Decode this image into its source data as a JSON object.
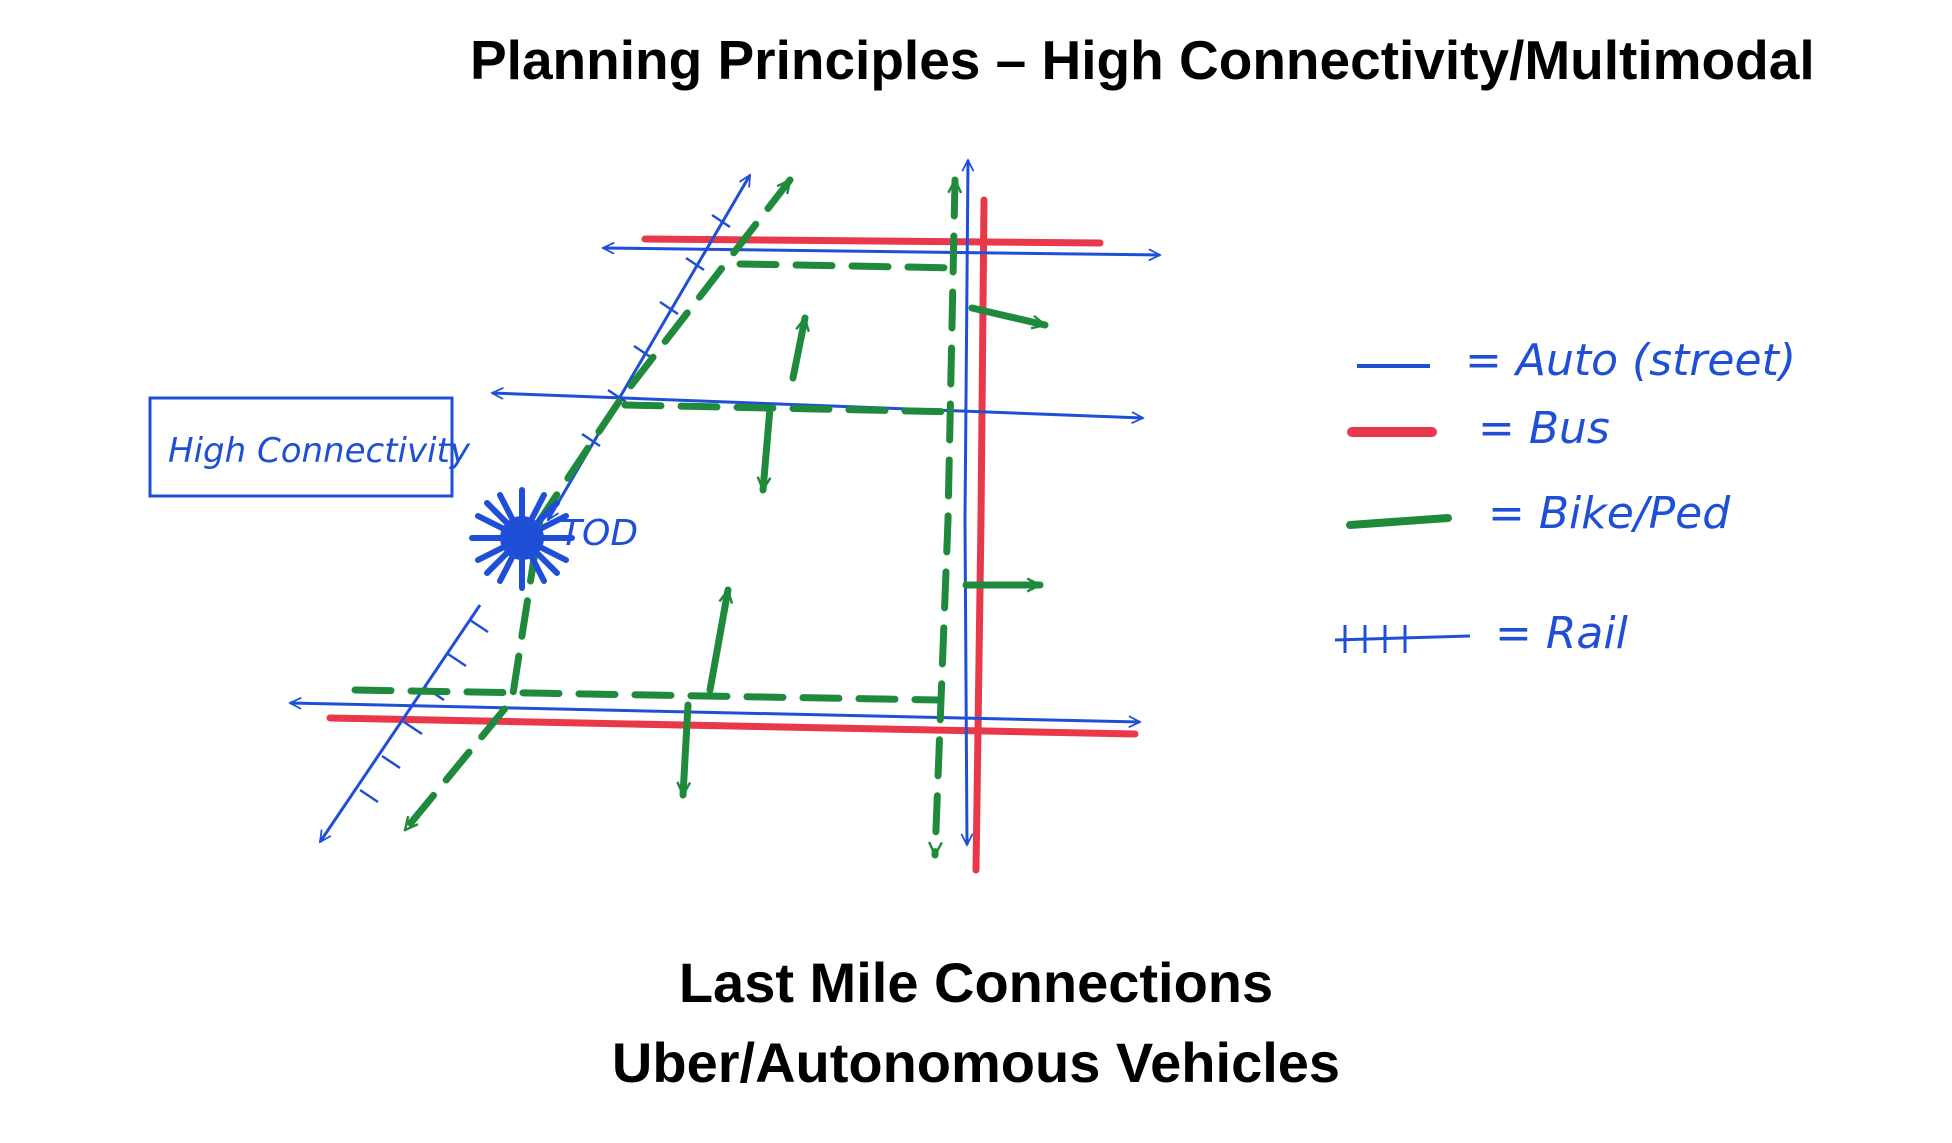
{
  "slide": {
    "title": "Planning Principles – High Connectivity/Multimodal",
    "footer_line1": "Last Mile Connections",
    "footer_line2": "Uber/Autonomous Vehicles"
  },
  "sketch": {
    "box_label": "High Connectivity",
    "node_label": "TOD",
    "colors": {
      "auto": "#1f4fd6",
      "bus": "#e8384a",
      "bike_ped": "#1f8a3c"
    }
  },
  "legend": [
    {
      "key": "auto",
      "text": "= Auto (street)"
    },
    {
      "key": "bus",
      "text": "= Bus"
    },
    {
      "key": "bike_ped",
      "text": "= Bike/Ped"
    },
    {
      "key": "rail",
      "text": "= Rail"
    }
  ]
}
